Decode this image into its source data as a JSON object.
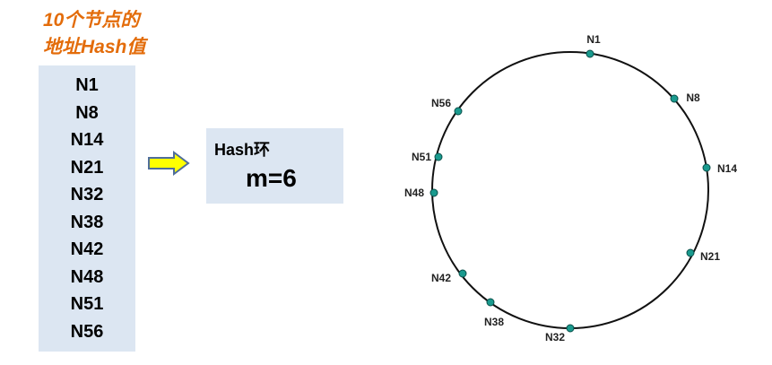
{
  "title": {
    "line1": "10个节点的",
    "line2": "地址Hash值"
  },
  "nodes": [
    "N1",
    "N8",
    "N14",
    "N21",
    "N32",
    "N38",
    "N42",
    "N48",
    "N51",
    "N56"
  ],
  "hash_box": {
    "label": "Hash环",
    "param": "m=6"
  },
  "ring_nodes": [
    "N1",
    "N8",
    "N14",
    "N21",
    "N32",
    "N38",
    "N42",
    "N48",
    "N51",
    "N56"
  ],
  "colors": {
    "title": "#E36C0A",
    "box": "#DCE6F2",
    "node": "#1A9A8E",
    "arrow": "#FFFF00"
  }
}
